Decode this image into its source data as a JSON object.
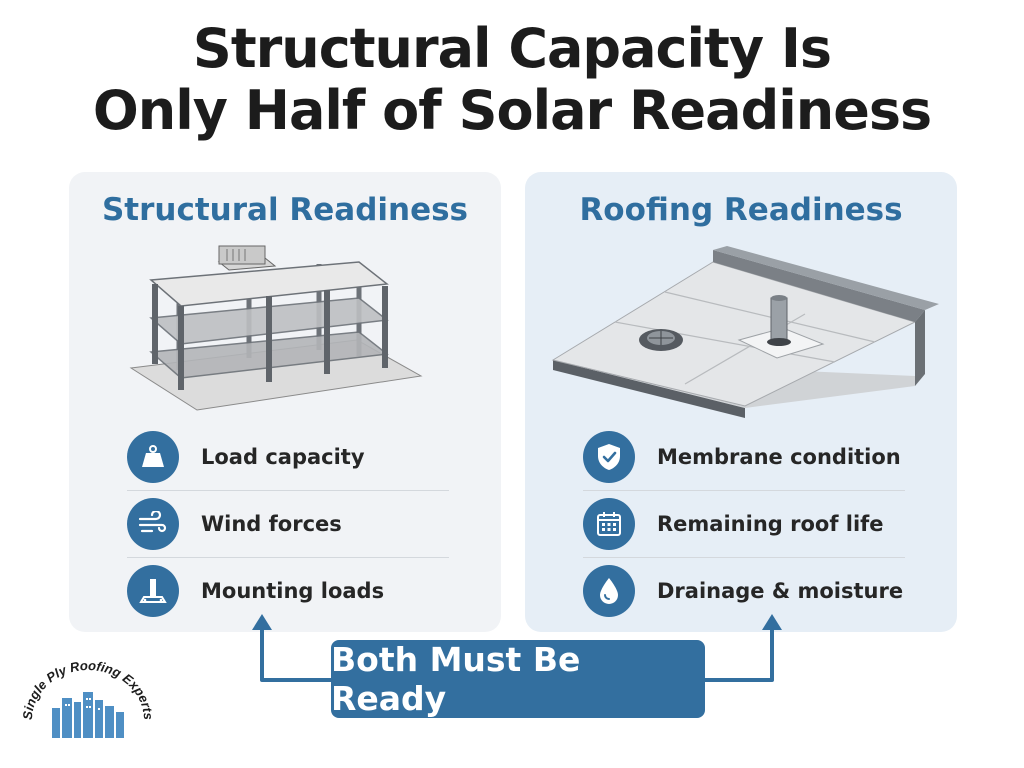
{
  "title": {
    "line1": "Structural Capacity Is",
    "line2": "Only Half of Solar Readiness"
  },
  "left_panel": {
    "heading": "Structural Readiness",
    "items": [
      {
        "label": "Load capacity",
        "icon": "weight-icon"
      },
      {
        "label": "Wind forces",
        "icon": "wind-icon"
      },
      {
        "label": "Mounting loads",
        "icon": "mount-post-icon"
      }
    ]
  },
  "right_panel": {
    "heading": "Roofing Readiness",
    "items": [
      {
        "label": "Membrane condition",
        "icon": "shield-check-icon"
      },
      {
        "label": "Remaining roof life",
        "icon": "calendar-icon"
      },
      {
        "label": "Drainage & moisture",
        "icon": "water-drop-icon"
      }
    ]
  },
  "banner": {
    "label": "Both Must Be Ready"
  },
  "logo": {
    "text": "Single Ply Roofing Experts"
  },
  "colors": {
    "accent": "#336f9f",
    "heading_blue": "#2f6e9f",
    "left_panel_bg": "#f1f3f6",
    "right_panel_bg": "#e6eef6"
  }
}
